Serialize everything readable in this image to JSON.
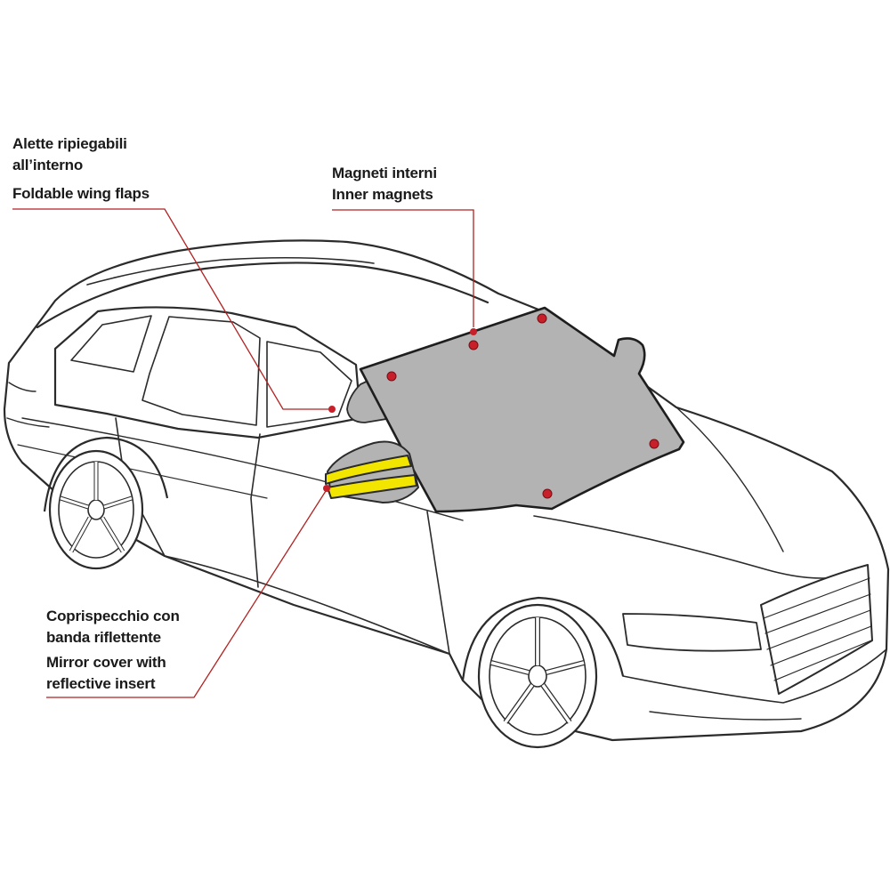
{
  "callouts": {
    "wing_flaps": {
      "it_line1": "Alette ripiegabili",
      "it_line2": "all’interno",
      "en": "Foldable wing flaps"
    },
    "magnets": {
      "it": "Magneti interni",
      "en": "Inner magnets"
    },
    "mirror_cover": {
      "it_line1": "Coprispecchio con",
      "it_line2": "banda riflettente",
      "en_line1": "Mirror cover with",
      "en_line2": "reflective insert"
    }
  },
  "colors": {
    "leader_line": "#b22222",
    "magnet_dot": "#c8202a",
    "cover": "#b3b3b3",
    "reflective_band": "#f2e600",
    "car_outline": "#2b2b2b",
    "car_fill": "#ffffff"
  }
}
